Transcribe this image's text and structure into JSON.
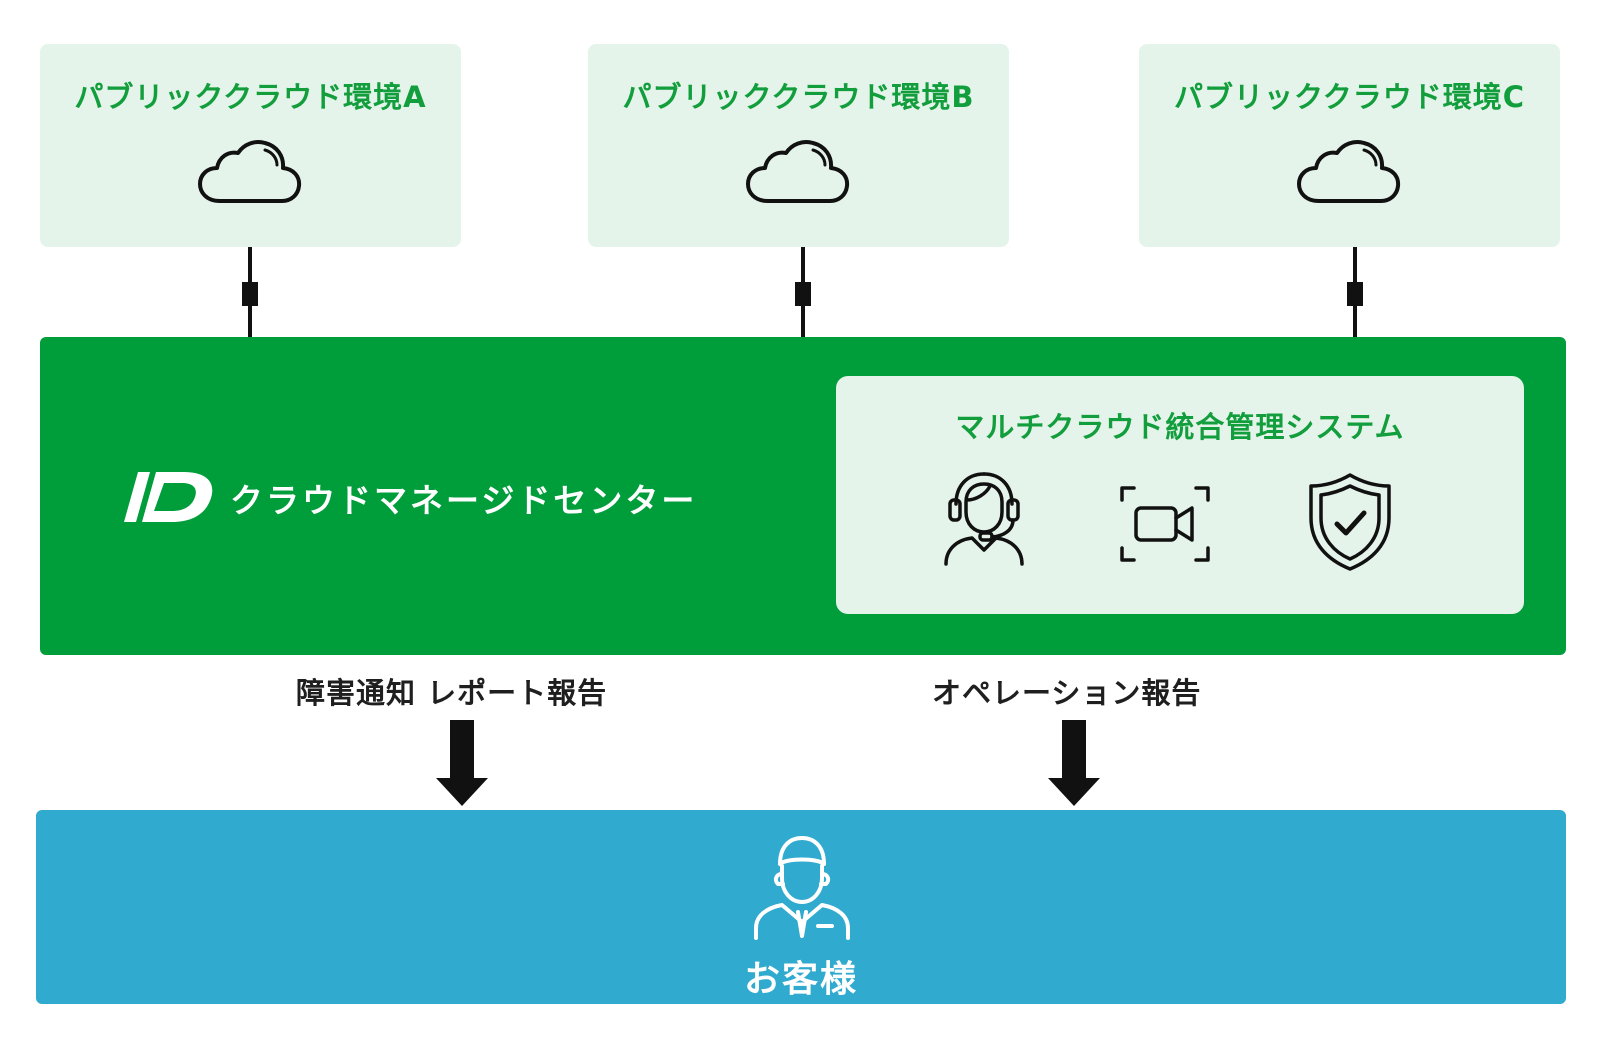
{
  "clouds": [
    {
      "title": "パブリッククラウド環境A",
      "icon": "cloud-icon"
    },
    {
      "title": "パブリッククラウド環境B",
      "icon": "cloud-icon"
    },
    {
      "title": "パブリッククラウド環境C",
      "icon": "cloud-icon"
    }
  ],
  "center": {
    "logo": "ID",
    "name": "クラウドマネージドセンター",
    "system": {
      "title": "マルチクラウド統合管理システム",
      "icons": [
        "operator-headset-icon",
        "video-camera-icon",
        "shield-check-icon"
      ]
    }
  },
  "reports": {
    "left": "障害通知 レポート報告",
    "right": "オペレーション報告"
  },
  "customer": {
    "label": "お客様",
    "icon": "businessman-icon"
  },
  "colors": {
    "green": "#009e3b",
    "green_text": "#129e3c",
    "light_green": "#e5f4ea",
    "blue": "#30aace"
  }
}
